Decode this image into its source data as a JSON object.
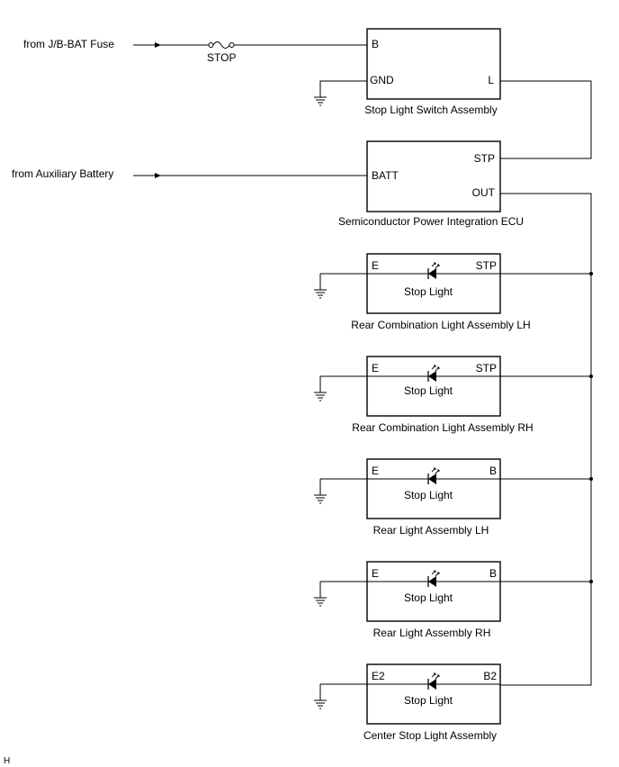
{
  "diagram": {
    "sources": {
      "jb_bat": "from J/B-BAT Fuse",
      "aux_battery": "from Auxiliary Battery"
    },
    "fuse_label": "STOP",
    "stop_switch": {
      "pin_b": "B",
      "pin_gnd": "GND",
      "pin_l": "L",
      "name": "Stop Light Switch Assembly"
    },
    "ecu": {
      "pin_batt": "BATT",
      "pin_stp": "STP",
      "pin_out": "OUT",
      "name": "Semiconductor Power Integration ECU"
    },
    "lamps": [
      {
        "left_pin": "E",
        "right_pin": "STP",
        "inner": "Stop Light",
        "name": "Rear Combination Light Assembly LH"
      },
      {
        "left_pin": "E",
        "right_pin": "STP",
        "inner": "Stop Light",
        "name": "Rear Combination Light Assembly RH"
      },
      {
        "left_pin": "E",
        "right_pin": "B",
        "inner": "Stop Light",
        "name": "Rear Light Assembly LH"
      },
      {
        "left_pin": "E",
        "right_pin": "B",
        "inner": "Stop Light",
        "name": "Rear Light Assembly RH"
      },
      {
        "left_pin": "E2",
        "right_pin": "B2",
        "inner": "Stop Light",
        "name": "Center Stop Light Assembly"
      }
    ],
    "footer_code": "H"
  }
}
